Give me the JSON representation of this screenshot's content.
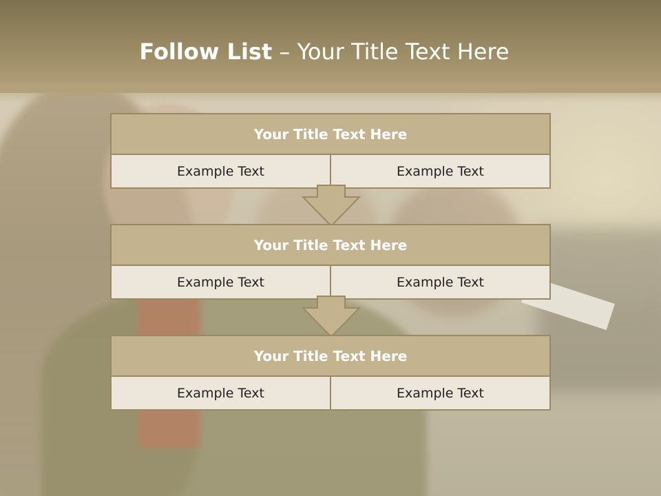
{
  "slide": {
    "title_bold": "Follow List",
    "title_rest": " – Your Title Text Here"
  },
  "blocks": [
    {
      "title": "Your Title Text Here",
      "left": "Example Text",
      "right": "Example Text"
    },
    {
      "title": "Your Title Text Here",
      "left": "Example Text",
      "right": "Example Text"
    },
    {
      "title": "Your Title Text Here",
      "left": "Example Text",
      "right": "Example Text"
    }
  ],
  "colors": {
    "header": "#9c8c66",
    "block_head": "#c4b38f",
    "border": "#9a8a63",
    "cell": "#ece6db"
  }
}
